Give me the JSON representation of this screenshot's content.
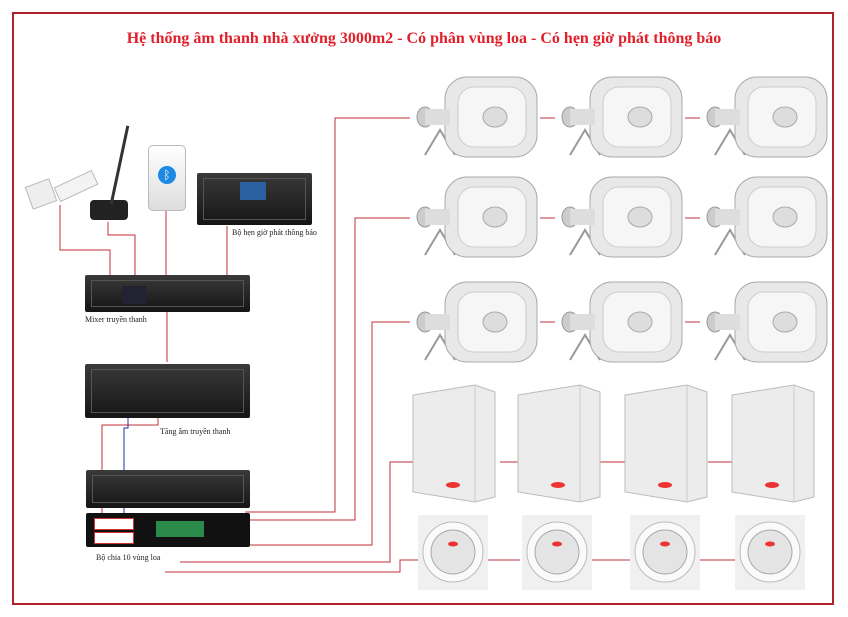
{
  "title": "Hệ thống âm thanh nhà xưởng 3000m2 - Có phân vùng loa - Có hẹn giờ phát thông báo",
  "labels": {
    "timer": "Bộ hẹn giờ phát thông báo",
    "mixer": "Mixer truyền thanh",
    "amplifier": "Tăng âm truyền thanh",
    "zone_selector": "Bộ chia 10 vùng loa"
  },
  "colors": {
    "accent": "#e0202a",
    "frame": "#b0202a",
    "wire_red": "#c0303a",
    "wire_blue": "#2030a0"
  }
}
